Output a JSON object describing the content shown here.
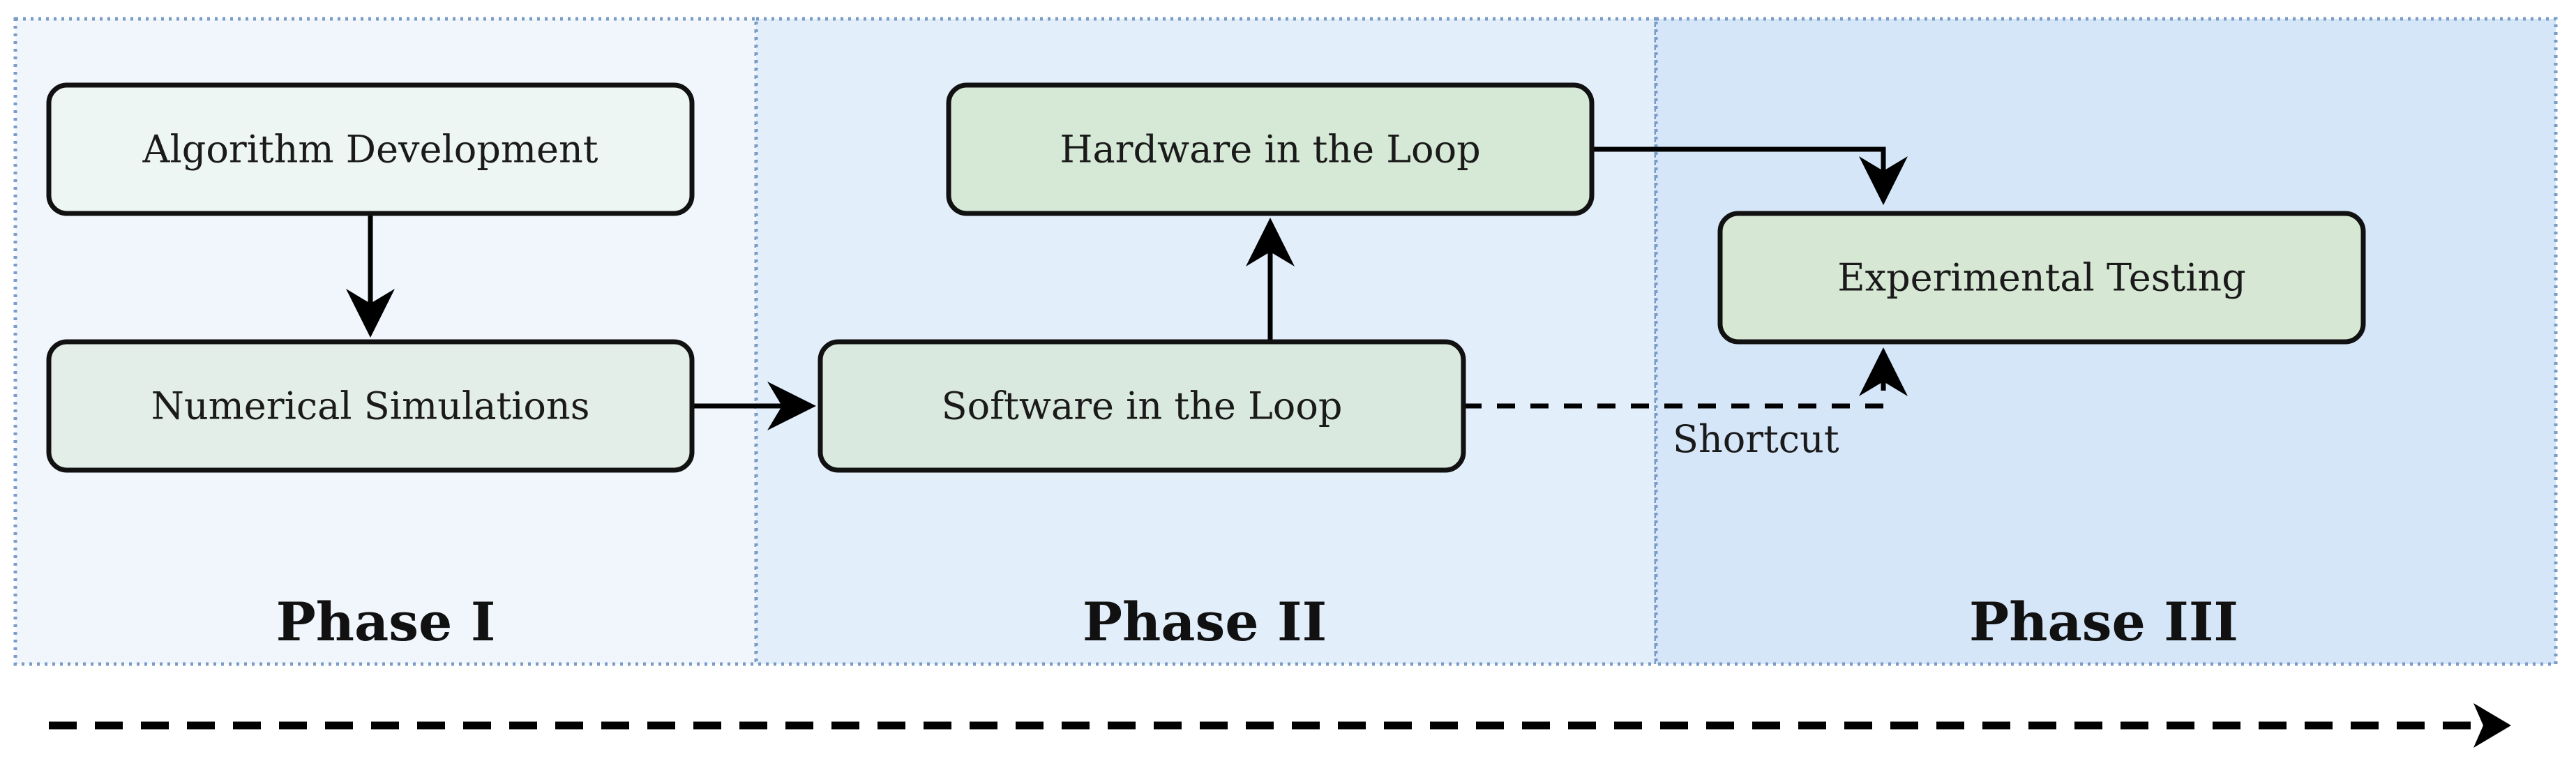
{
  "diagram": {
    "phases": [
      {
        "label": "Phase I",
        "fill": "#f1f6fd"
      },
      {
        "label": "Phase II",
        "fill": "#e3eefb"
      },
      {
        "label": "Phase III",
        "fill": "#d6e6f9"
      }
    ],
    "phase_border_color": "#7a9cc6",
    "nodes": {
      "algorithm_development": {
        "label": "Algorithm Development",
        "fill": "#eef6f4"
      },
      "numerical_simulations": {
        "label": "Numerical Simulations",
        "fill": "#e4eee9"
      },
      "software_in_the_loop": {
        "label": "Software in the Loop",
        "fill": "#dae9e0"
      },
      "hardware_in_the_loop": {
        "label": "Hardware in the Loop",
        "fill": "#d6e8d6"
      },
      "experimental_testing": {
        "label": "Experimental Testing",
        "fill": "#d6e8d4"
      }
    },
    "edges": {
      "shortcut_label": "Shortcut"
    },
    "timeline_arrow": "dashed"
  }
}
